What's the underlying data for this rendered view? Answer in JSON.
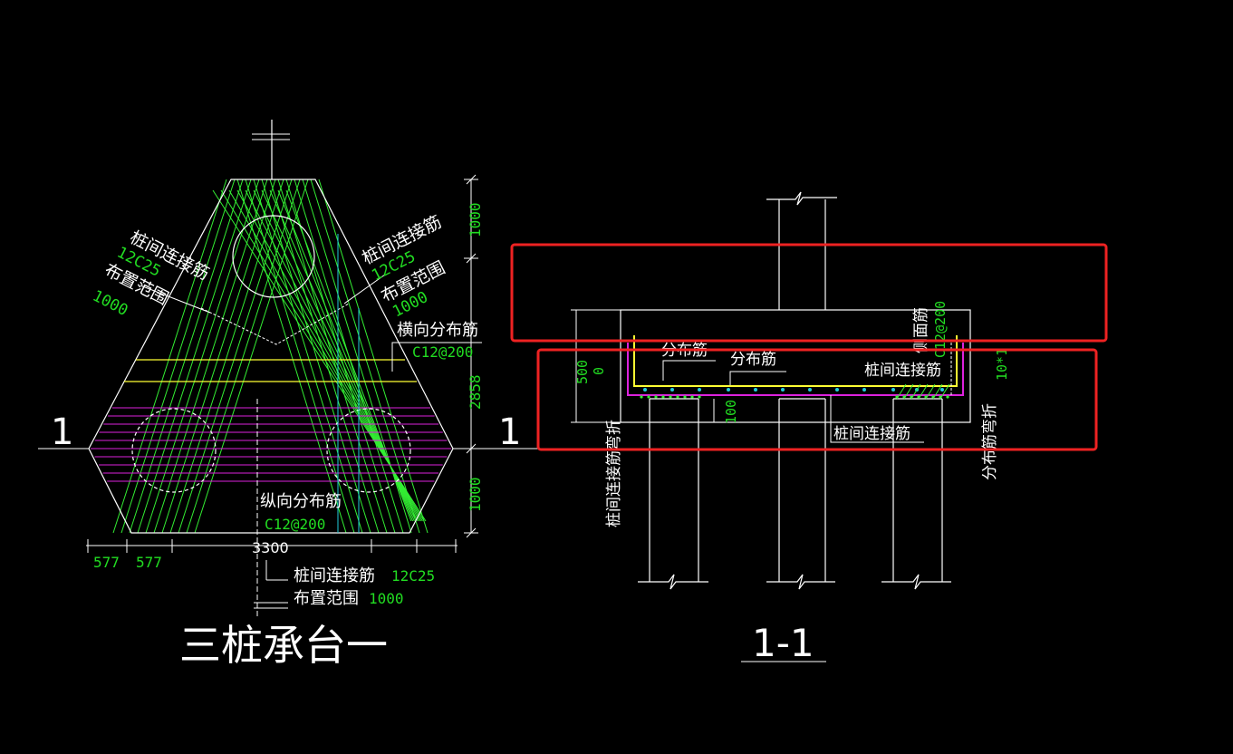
{
  "colors": {
    "background": "#000000",
    "line": "#ffffff",
    "dim_text": "#22dd22",
    "rebar_green": "#33ee33",
    "rebar_magenta": "#dd22dd",
    "rebar_yellow": "#ffff33",
    "guide_cyan": "#22ccdd",
    "highlight_red": "#ee2222"
  },
  "plan": {
    "title": "三桩承台一",
    "section_mark": "1",
    "left_note": {
      "name": "桩间连接筋",
      "spec": "12C25",
      "range_label": "布置范围",
      "range": "1000"
    },
    "right_note": {
      "name": "桩间连接筋",
      "spec": "12C25",
      "range_label": "布置范围",
      "range": "1000"
    },
    "transverse_bar": {
      "name": "横向分布筋",
      "spec": "C12@200"
    },
    "longitudinal_bar": {
      "name": "纵向分布筋",
      "spec": "C12@200"
    },
    "bottom_note": {
      "name": "桩间连接筋",
      "spec": "12C25",
      "range_label": "布置范围",
      "range": "1000"
    },
    "dims_vertical": [
      "1000",
      "2858",
      "1000"
    ],
    "dims_horizontal": [
      "577",
      "577",
      "3300"
    ]
  },
  "section": {
    "title": "1-1",
    "section_mark": "1",
    "labels": {
      "dist_bar_1": "分布筋",
      "dist_bar_2": "分布筋",
      "connect_bar_top": "桩间连接筋",
      "connect_bar_bottom": "桩间连接筋",
      "side_bar": "侧面筋",
      "side_bar_spec": "C12@200",
      "right_dim": "10*1",
      "right_bend": "分布筋弯折",
      "left_bend": "桩间连接筋弯折"
    },
    "dims": {
      "height": "500",
      "cover": "0",
      "embed": "100"
    }
  }
}
